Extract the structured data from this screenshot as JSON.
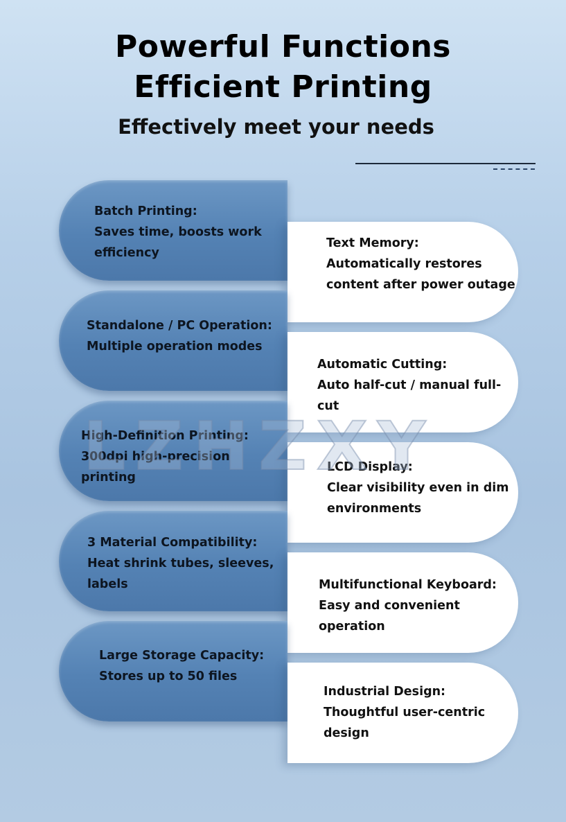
{
  "header": {
    "title_line1": "Powerful Functions",
    "title_line2": "Efficient Printing",
    "subtitle": "Effectively meet your needs"
  },
  "watermark": "LZHZXY",
  "left_features": [
    {
      "heading": "Batch Printing:",
      "lines": [
        "Saves time, boosts work",
        "efficiency"
      ]
    },
    {
      "heading": "Standalone / PC Operation:",
      "lines": [
        "Multiple operation modes"
      ]
    },
    {
      "heading": "High-Definition Printing:",
      "lines": [
        "300dpi high-precision printing"
      ]
    },
    {
      "heading": "3 Material Compatibility:",
      "lines": [
        "Heat shrink tubes, sleeves,",
        "labels"
      ]
    },
    {
      "heading": "Large Storage Capacity:",
      "lines": [
        "Stores up to 50 files"
      ]
    }
  ],
  "right_features": [
    {
      "heading": "Text Memory:",
      "lines": [
        "Automatically restores",
        "content after power outage"
      ]
    },
    {
      "heading": "Automatic Cutting:",
      "lines": [
        "Auto half-cut / manual full-cut"
      ]
    },
    {
      "heading": "LCD Display:",
      "lines": [
        "Clear visibility even in dim",
        "environments"
      ]
    },
    {
      "heading": "Multifunctional Keyboard:",
      "lines": [
        "Easy and convenient operation"
      ]
    },
    {
      "heading": "Industrial Design:",
      "lines": [
        "Thoughtful user-centric design"
      ]
    }
  ],
  "colors": {
    "dark_pill": "#5482b4",
    "light_pill": "#ffffff",
    "background": "#b6cfe8"
  }
}
